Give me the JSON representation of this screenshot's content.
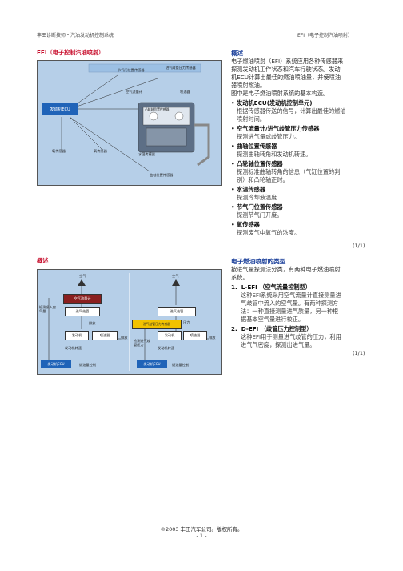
{
  "header": {
    "left": "丰田诊断技师・汽油发动机控制系统",
    "right": "EFI（电子控制汽油喷射）"
  },
  "top_left": {
    "title": "EFI（电子控制汽油喷射）",
    "diagram": {
      "ecu": "发动机ECU",
      "labels": [
        "节气门位置传感器",
        "进气歧管压力传感器",
        "空气流量计",
        "喷油器",
        "凸轮轴位置传感器",
        "氧传感器",
        "氧传感器",
        "水温传感器",
        "曲轴位置传感器"
      ]
    }
  },
  "top_right": {
    "title": "概述",
    "intro": [
      "电子燃油喷射（EFI）系统应用各种传感器来",
      "探测发动机工作状态和汽车行驶状态。发动",
      "机ECU计算出最佳的燃油喷油量，并使喷油",
      "器喷射燃油。",
      "图中是电子燃油喷射系统的基本构造。"
    ],
    "items": [
      {
        "title": "发动机ECU(发动机控制单元)",
        "desc": [
          "根据传感器传送的信号，计算出最佳的燃油",
          "喷射时间。"
        ]
      },
      {
        "title": "空气流量计/进气歧管压力传感器",
        "desc": [
          "探测进气量或歧管压力。"
        ]
      },
      {
        "title": "曲轴位置传感器",
        "desc": [
          "探测曲轴转角和发动机转速。"
        ]
      },
      {
        "title": "凸轮轴位置传感器",
        "desc": [
          "探测标准曲轴转角的信息（气缸位置的判",
          "别）和凸轮轴正时。"
        ]
      },
      {
        "title": "水温传感器",
        "desc": [
          "探测冷却液温度"
        ]
      },
      {
        "title": "节气门位置传感器",
        "desc": [
          "探测节气门开度。"
        ]
      },
      {
        "title": "氧传感器",
        "desc": [
          "探测废气中氧气的浓度。"
        ]
      }
    ],
    "page": "(1/1)"
  },
  "bottom_left": {
    "title": "概述",
    "diagram": {
      "left": {
        "air": "空气",
        "afm": "空气流量计",
        "intake": "进气歧管",
        "engine": "发动机",
        "injector": "喷油器",
        "exhaust": "排放",
        "side": "检测吸入空气量",
        "speed": "发动机转速",
        "ecu": "发动机ECU",
        "control": "燃油量控制"
      },
      "right": {
        "air": "空气",
        "intake": "进气歧管",
        "sensor": "进气歧管压力传感器",
        "pressure": "压力",
        "engine": "发动机",
        "injector": "喷油器",
        "exhaust": "排放",
        "side": "检测进气歧管压力",
        "speed": "发动机转速",
        "ecu": "发动机ECU",
        "control": "燃油量控制"
      }
    }
  },
  "bottom_right": {
    "title": "电子燃油喷射的类型",
    "intro": "按进气量探测法分类，有两种电子燃油喷射系统。",
    "intro_lines": [
      "按进气量探测法分类，有两种电子燃油喷射",
      "系统。"
    ],
    "items": [
      {
        "num": "1.",
        "title": "L-EFI （空气流量控制型）",
        "desc": [
          "这种EFI系统采用空气流量计直接测量进",
          "气歧管中流入的空气量。有两种探测方",
          "法：一种直接测量进气质量，另一种根",
          "据基本空气量进行校正。"
        ]
      },
      {
        "num": "2.",
        "title": "D-EFI （歧管压力控制型）",
        "desc": [
          "这种EFI用于测量进气歧管的压力，利用",
          "进气气密度，探测出进气量。"
        ]
      }
    ],
    "page": "(1/1)"
  },
  "footer": {
    "copyright": "©2003 丰田汽车公司。版权所有。",
    "page": "- 1 -"
  }
}
